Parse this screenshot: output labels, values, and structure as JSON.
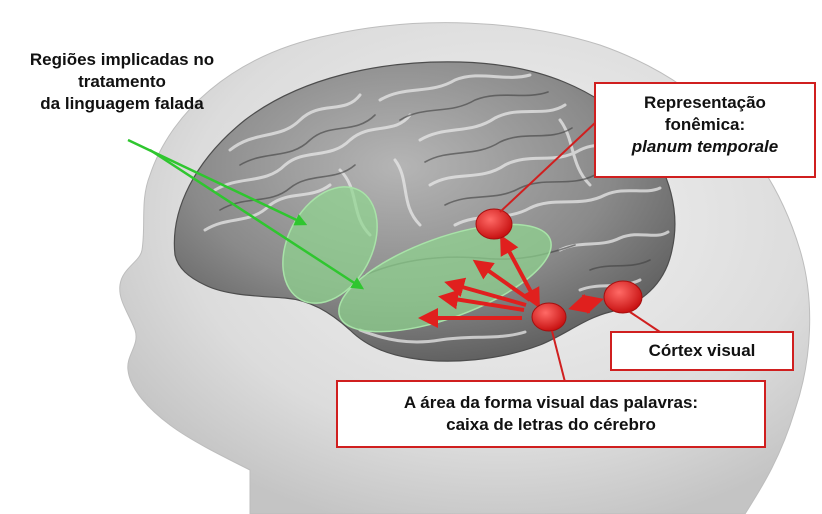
{
  "labels": {
    "language_regions": {
      "line1": "Regiões implicadas  no",
      "line2": "tratamento",
      "line3": "da linguagem falada"
    },
    "phonemic": {
      "line1": "Representação",
      "line2": "fonêmica:",
      "line3": "planum temporale"
    },
    "visual_cortex": "Córtex visual",
    "vwfa": {
      "line1": "A área da forma visual das palavras:",
      "line2": "caixa de letras do cérebro"
    }
  },
  "colors": {
    "region_green": "#8fd68f",
    "pointer_green": "#2fc62f",
    "node_red": "#e0201e",
    "box_border": "#d01f1f",
    "brain_gray": "#8c8c8c",
    "head_gray": "#d9d9d9"
  }
}
